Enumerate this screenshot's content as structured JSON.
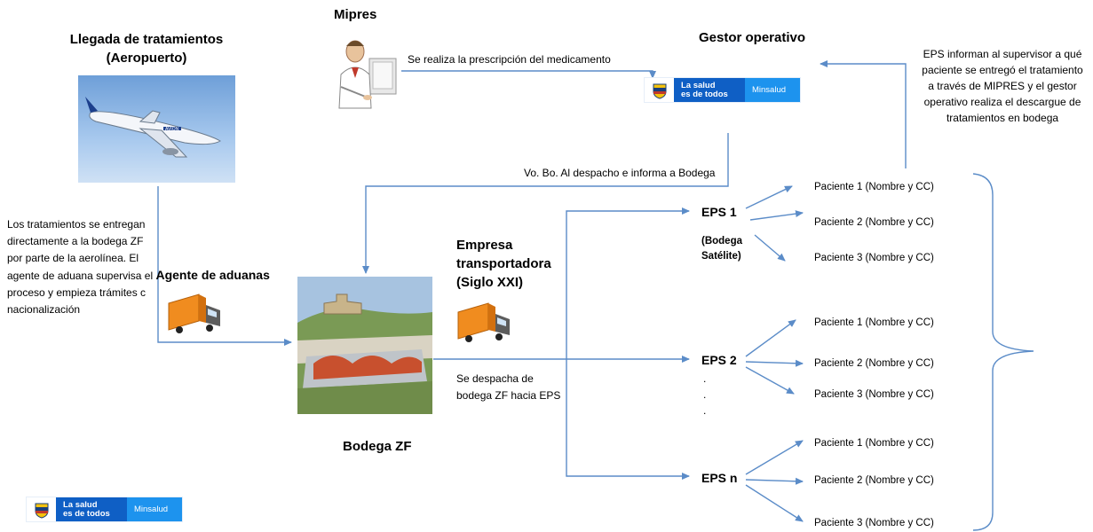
{
  "colors": {
    "arrow": "#5b8cc8",
    "logo_dark": "#0f5fc5",
    "logo_light": "#1d93ee"
  },
  "nodes": {
    "mipres": "Mipres",
    "arrival_line1": "Llegada de tratamientos",
    "arrival_line2": "(Aeropuerto)",
    "gestor": "Gestor operativo",
    "warehouse": "Bodega ZF",
    "transport_line1": "Empresa",
    "transport_line2": "transportadora",
    "transport_line3": "(Siglo XXI)",
    "agent_title": "Agente de aduanas"
  },
  "labels": {
    "prescription": "Se realiza la prescripción del medicamento",
    "approval": "Vo. Bo. Al despacho e informa a Bodega",
    "dispatch_line1": "Se despacha de",
    "dispatch_line2": "bodega ZF hacia EPS",
    "delivery_line1": "Los tratamientos se entregan",
    "delivery_line2": "directamente a la bodega ZF",
    "delivery_line3": "por parte de la aerolínea. El",
    "delivery_line4_prefix": "agente de aduana supervisa el",
    "delivery_line5": "proceso y empieza trámites c",
    "delivery_line6": "nacionalización",
    "eps_info": "EPS informan al supervisor a qué paciente se entregó el tratamiento a través de MIPRES y el gestor operativo realiza el descargue de tratamientos en bodega"
  },
  "eps": [
    {
      "name": "EPS 1",
      "sub_line1": "(Bodega",
      "sub_line2": "Satélite)",
      "patients": [
        "Paciente 1  (Nombre y CC)",
        "Paciente 2  (Nombre y CC)",
        "Paciente 3  (Nombre y CC)"
      ]
    },
    {
      "name": "EPS 2",
      "patients": [
        "Paciente 1  (Nombre y CC)",
        "Paciente 2  (Nombre y CC)",
        "Paciente 3  (Nombre y CC)"
      ]
    },
    {
      "name": "EPS n",
      "patients": [
        "Paciente 1  (Nombre y CC)",
        "Paciente 2  (Nombre y CC)",
        "Paciente 3  (Nombre y CC)"
      ]
    }
  ],
  "logo": {
    "line1": "La salud",
    "line2": "es de todos",
    "brand": "Minsalud"
  },
  "icons": [
    "doctor-icon",
    "airplane-photo",
    "truck-icon",
    "warehouse-photo",
    "colombia-shield-icon"
  ]
}
